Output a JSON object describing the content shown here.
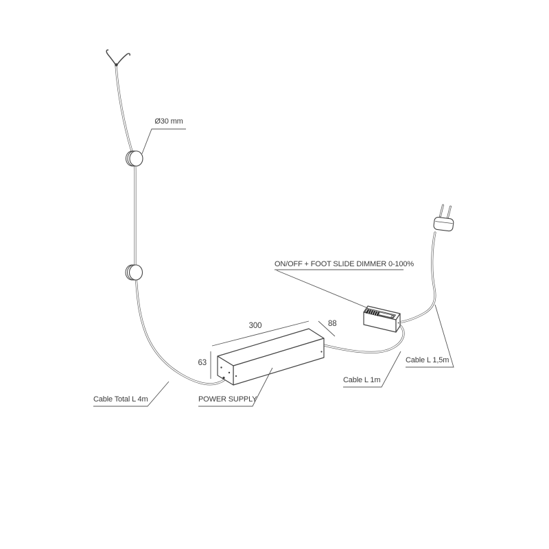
{
  "figure": {
    "type": "technical-wiring-diagram",
    "labels": {
      "diameter": "Ø30 mm",
      "dimmer": "ON/OFF + FOOT SLIDE DIMMER 0-100%",
      "power_supply": "POWER SUPPLY",
      "cable_total": "Cable Total L 4m",
      "cable_1m": "Cable L 1m",
      "cable_15m": "Cable L 1,5m"
    },
    "dimensions": {
      "length": "300",
      "width": "88",
      "height": "63"
    },
    "components": [
      "hanging-cable-with-y-split-end",
      "cable-disc-upper",
      "cable-disc-lower",
      "power-supply-box",
      "foot-slide-dimmer",
      "power-plug"
    ],
    "colors": {
      "background": "#ffffff",
      "line": "#4a4a4a",
      "text": "#3a3a3a",
      "slider_dark": "#1f1f1f"
    }
  }
}
